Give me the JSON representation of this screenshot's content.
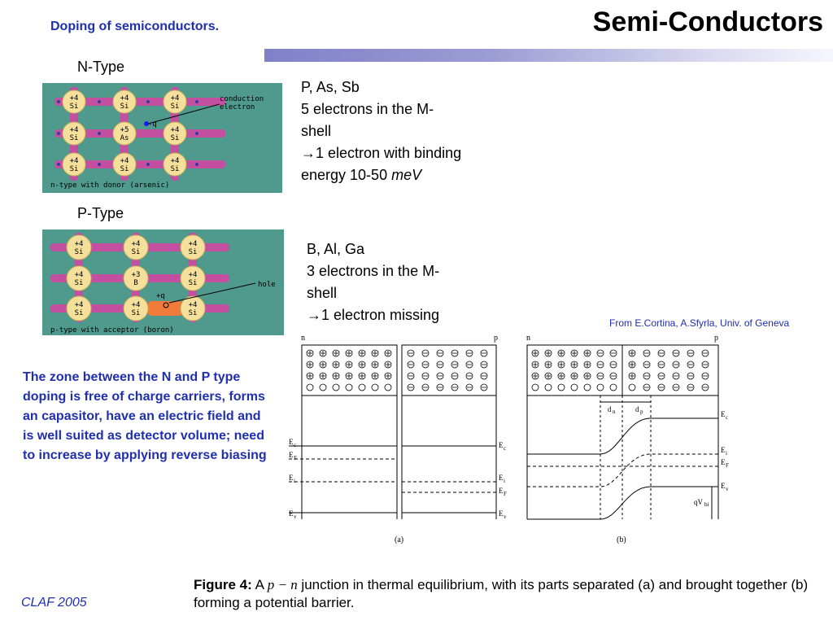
{
  "header": {
    "subtitle": "Doping of semiconductors.",
    "title": "Semi-Conductors"
  },
  "ntype": {
    "heading": "N-Type",
    "line1": "P, As, Sb",
    "line2": "5 electrons in the M-",
    "line3": "shell",
    "line4_arrow": "→",
    "line4": "1 electron with binding",
    "line5": "energy 10-50 ",
    "line5_unit": "meV",
    "figure": {
      "annotation": "conduction electron",
      "annotation_line1": "conduction",
      "annotation_line2": "electron",
      "charge_label": "-q",
      "caption": "n-type with donor (arsenic)",
      "atoms": [
        [
          "+4",
          "Si"
        ],
        [
          "+4",
          "Si"
        ],
        [
          "+4",
          "Si"
        ],
        [
          "+4",
          "Si"
        ],
        [
          "+5",
          "As"
        ],
        [
          "+4",
          "Si"
        ],
        [
          "+4",
          "Si"
        ],
        [
          "+4",
          "Si"
        ],
        [
          "+4",
          "Si"
        ]
      ]
    }
  },
  "ptype": {
    "heading": "P-Type",
    "line1": "B, Al, Ga",
    "line2": "3 electrons in the M-",
    "line3": "shell",
    "line4_arrow": "→",
    "line4": "1 electron missing",
    "figure": {
      "annotation": "hole",
      "charge_label": "+q",
      "caption": "p-type with acceptor (boron)",
      "atoms": [
        [
          "+4",
          "Si"
        ],
        [
          "+4",
          "Si"
        ],
        [
          "+4",
          "Si"
        ],
        [
          "+4",
          "Si"
        ],
        [
          "+3",
          "B"
        ],
        [
          "+4",
          "Si"
        ],
        [
          "+4",
          "Si"
        ],
        [
          "+4",
          "Si"
        ],
        [
          "+4",
          "Si"
        ]
      ]
    }
  },
  "note": "The zone between the N and P type doping is free of charge carriers, forms an capasitor, have an electric field and is well suited as detector volume; need to increase by applying reverse biasing",
  "credit": "From E.Cortina, A.Sfyrla, Univ. of Geneva",
  "diagram": {
    "n_label": "n",
    "p_label": "p",
    "panel_a": "(a)",
    "panel_b": "(b)",
    "Ec": "E",
    "Ec_sub": "c",
    "EF_sub": "F",
    "Ei_sub": "i",
    "Ev_sub": "v",
    "dn": "d",
    "dn_sub": "n",
    "dp": "d",
    "dp_sub": "p",
    "qV": "qV",
    "qV_sub": "bi"
  },
  "caption": {
    "label": "Figure 4:",
    "text_a": " A ",
    "math": "p − n",
    "text_b": " junction in thermal equilibrium, with its parts separated (a) and brought together (b) forming a potential barrier."
  },
  "footer": "CLAF 2005",
  "colors": {
    "accent_blue": "#1f2fb0",
    "lattice_bg": "#4f9a8c",
    "bond": "#c24fa0",
    "atom": "#f4e09a",
    "hole": "#f07a3a"
  }
}
